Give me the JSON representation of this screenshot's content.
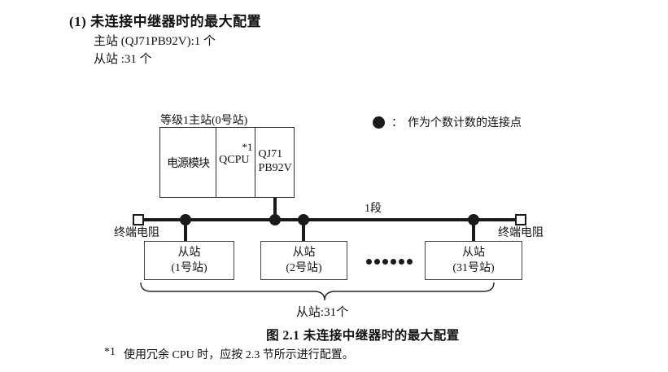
{
  "colors": {
    "ink": "#1a1a1a",
    "background": "#ffffff",
    "box_border": "#444444"
  },
  "page": {
    "heading": "(1) 未连接中继器时的最大配置",
    "line_master": "主站 (QJ71PB92V):1 个",
    "line_slave": "从站 :31 个"
  },
  "diagram": {
    "master_label": "等级1主站(0号站)",
    "master_cells": {
      "power": "电源模块",
      "cpu": "QCPU",
      "cpu_note": "*1",
      "module_line1": "QJ71",
      "module_line2": "PB92V"
    },
    "legend": {
      "colon": "：",
      "text": "作为个数计数的连接点"
    },
    "segment_label": "1段",
    "terminator_left": "终端电阻",
    "terminator_right": "终端电阻",
    "slaves": [
      {
        "line1": "从站",
        "line2": "(1号站)"
      },
      {
        "line1": "从站",
        "line2": "(2号站)"
      },
      {
        "line1": "从站",
        "line2": "(31号站)"
      }
    ],
    "brace_label": "从站:31个"
  },
  "caption": "图 2.1 未连接中继器时的最大配置",
  "footnote": {
    "marker": "*1",
    "text": "使用冗余 CPU 时，应按 2.3 节所示进行配置。"
  }
}
